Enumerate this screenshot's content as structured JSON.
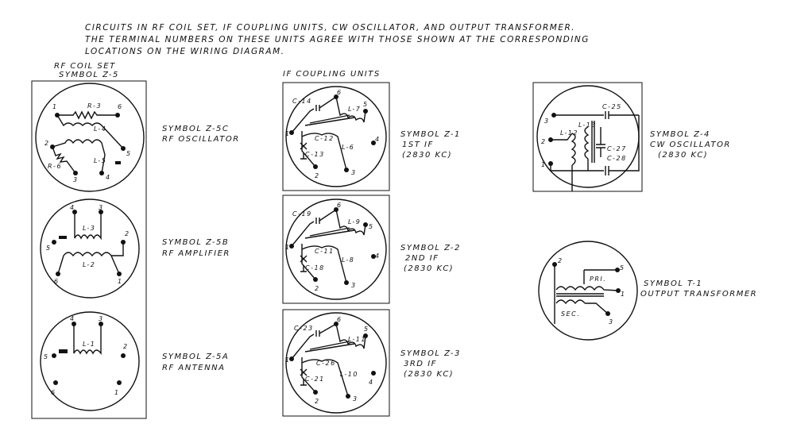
{
  "header": {
    "line1": "CIRCUITS IN RF COIL SET, IF COUPLING UNITS, CW OSCILLATOR, AND OUTPUT TRANSFORMER.",
    "line2": "THE TERMINAL NUMBERS ON THESE UNITS AGREE WITH THOSE SHOWN AT THE CORRESPONDING",
    "line3": "LOCATIONS ON THE WIRING DIAGRAM."
  },
  "rf_coil_set": {
    "title1": "RF COIL SET",
    "title2": "SYMBOL Z-5",
    "z5c": {
      "name": "SYMBOL Z-5C",
      "desc": "RF OSCILLATOR",
      "r3": "R-3",
      "r6": "R-6",
      "l4": "L-4",
      "l5": "L-5",
      "t1": "1",
      "t2": "2",
      "t3": "3",
      "t4": "4",
      "t5": "5",
      "t6": "6"
    },
    "z5b": {
      "name": "SYMBOL Z-5B",
      "desc": "RF AMPLIFIER",
      "l3": "L-3",
      "l2": "L-2",
      "t1": "1",
      "t2": "2",
      "t3": "3",
      "t4": "4",
      "t5": "5",
      "t6": "6"
    },
    "z5a": {
      "name": "SYMBOL Z-5A",
      "desc": "RF ANTENNA",
      "l1": "L-1",
      "t1": "1",
      "t2": "2",
      "t3": "3",
      "t4": "4",
      "t5": "5",
      "t6": "6"
    }
  },
  "if_units": {
    "title": "IF COUPLING UNITS",
    "z1": {
      "name": "SYMBOL Z-1",
      "desc": "1ST IF",
      "freq": "(2830 KC)",
      "c_top": "C-14",
      "c_mid": "C-12",
      "c_low": "C-13",
      "l_top": "L-7",
      "l_bot": "L-6",
      "t1": "1",
      "t2": "2",
      "t3": "3",
      "t4": "4",
      "t5": "5",
      "t6": "6"
    },
    "z2": {
      "name": "SYMBOL Z-2",
      "desc": "2ND IF",
      "freq": "(2830 KC)",
      "c_top": "C-19",
      "c_mid": "C-11",
      "c_low": "C-18",
      "l_top": "L-9",
      "l_bot": "L-8",
      "t1": "1",
      "t2": "2",
      "t3": "3",
      "t4": "4",
      "t5": "5",
      "t6": "6"
    },
    "z3": {
      "name": "SYMBOL Z-3",
      "desc": "3RD IF",
      "freq": "(2830 KC)",
      "c_top": "C-23",
      "c_mid": "C-26",
      "c_low": "C-21",
      "l_top": "L-11",
      "l_bot": "L-10",
      "t1": "1",
      "t2": "2",
      "t3": "3",
      "t4": "4",
      "t5": "5",
      "t6": "6"
    }
  },
  "z4": {
    "name": "SYMBOL Z-4",
    "desc": "CW OSCILLATOR",
    "freq": "(2830 KC)",
    "c25": "C-25",
    "l13": "L-13",
    "l12": "L-12",
    "c27": "C-27",
    "c28": "C-28",
    "t1": "1",
    "t2": "2",
    "t3": "3"
  },
  "t1": {
    "name": "SYMBOL T-1",
    "desc": "OUTPUT TRANSFORMER",
    "pri": "PRI.",
    "sec": "SEC.",
    "t1": "1",
    "t2": "2",
    "t3": "3",
    "t5": "5"
  }
}
